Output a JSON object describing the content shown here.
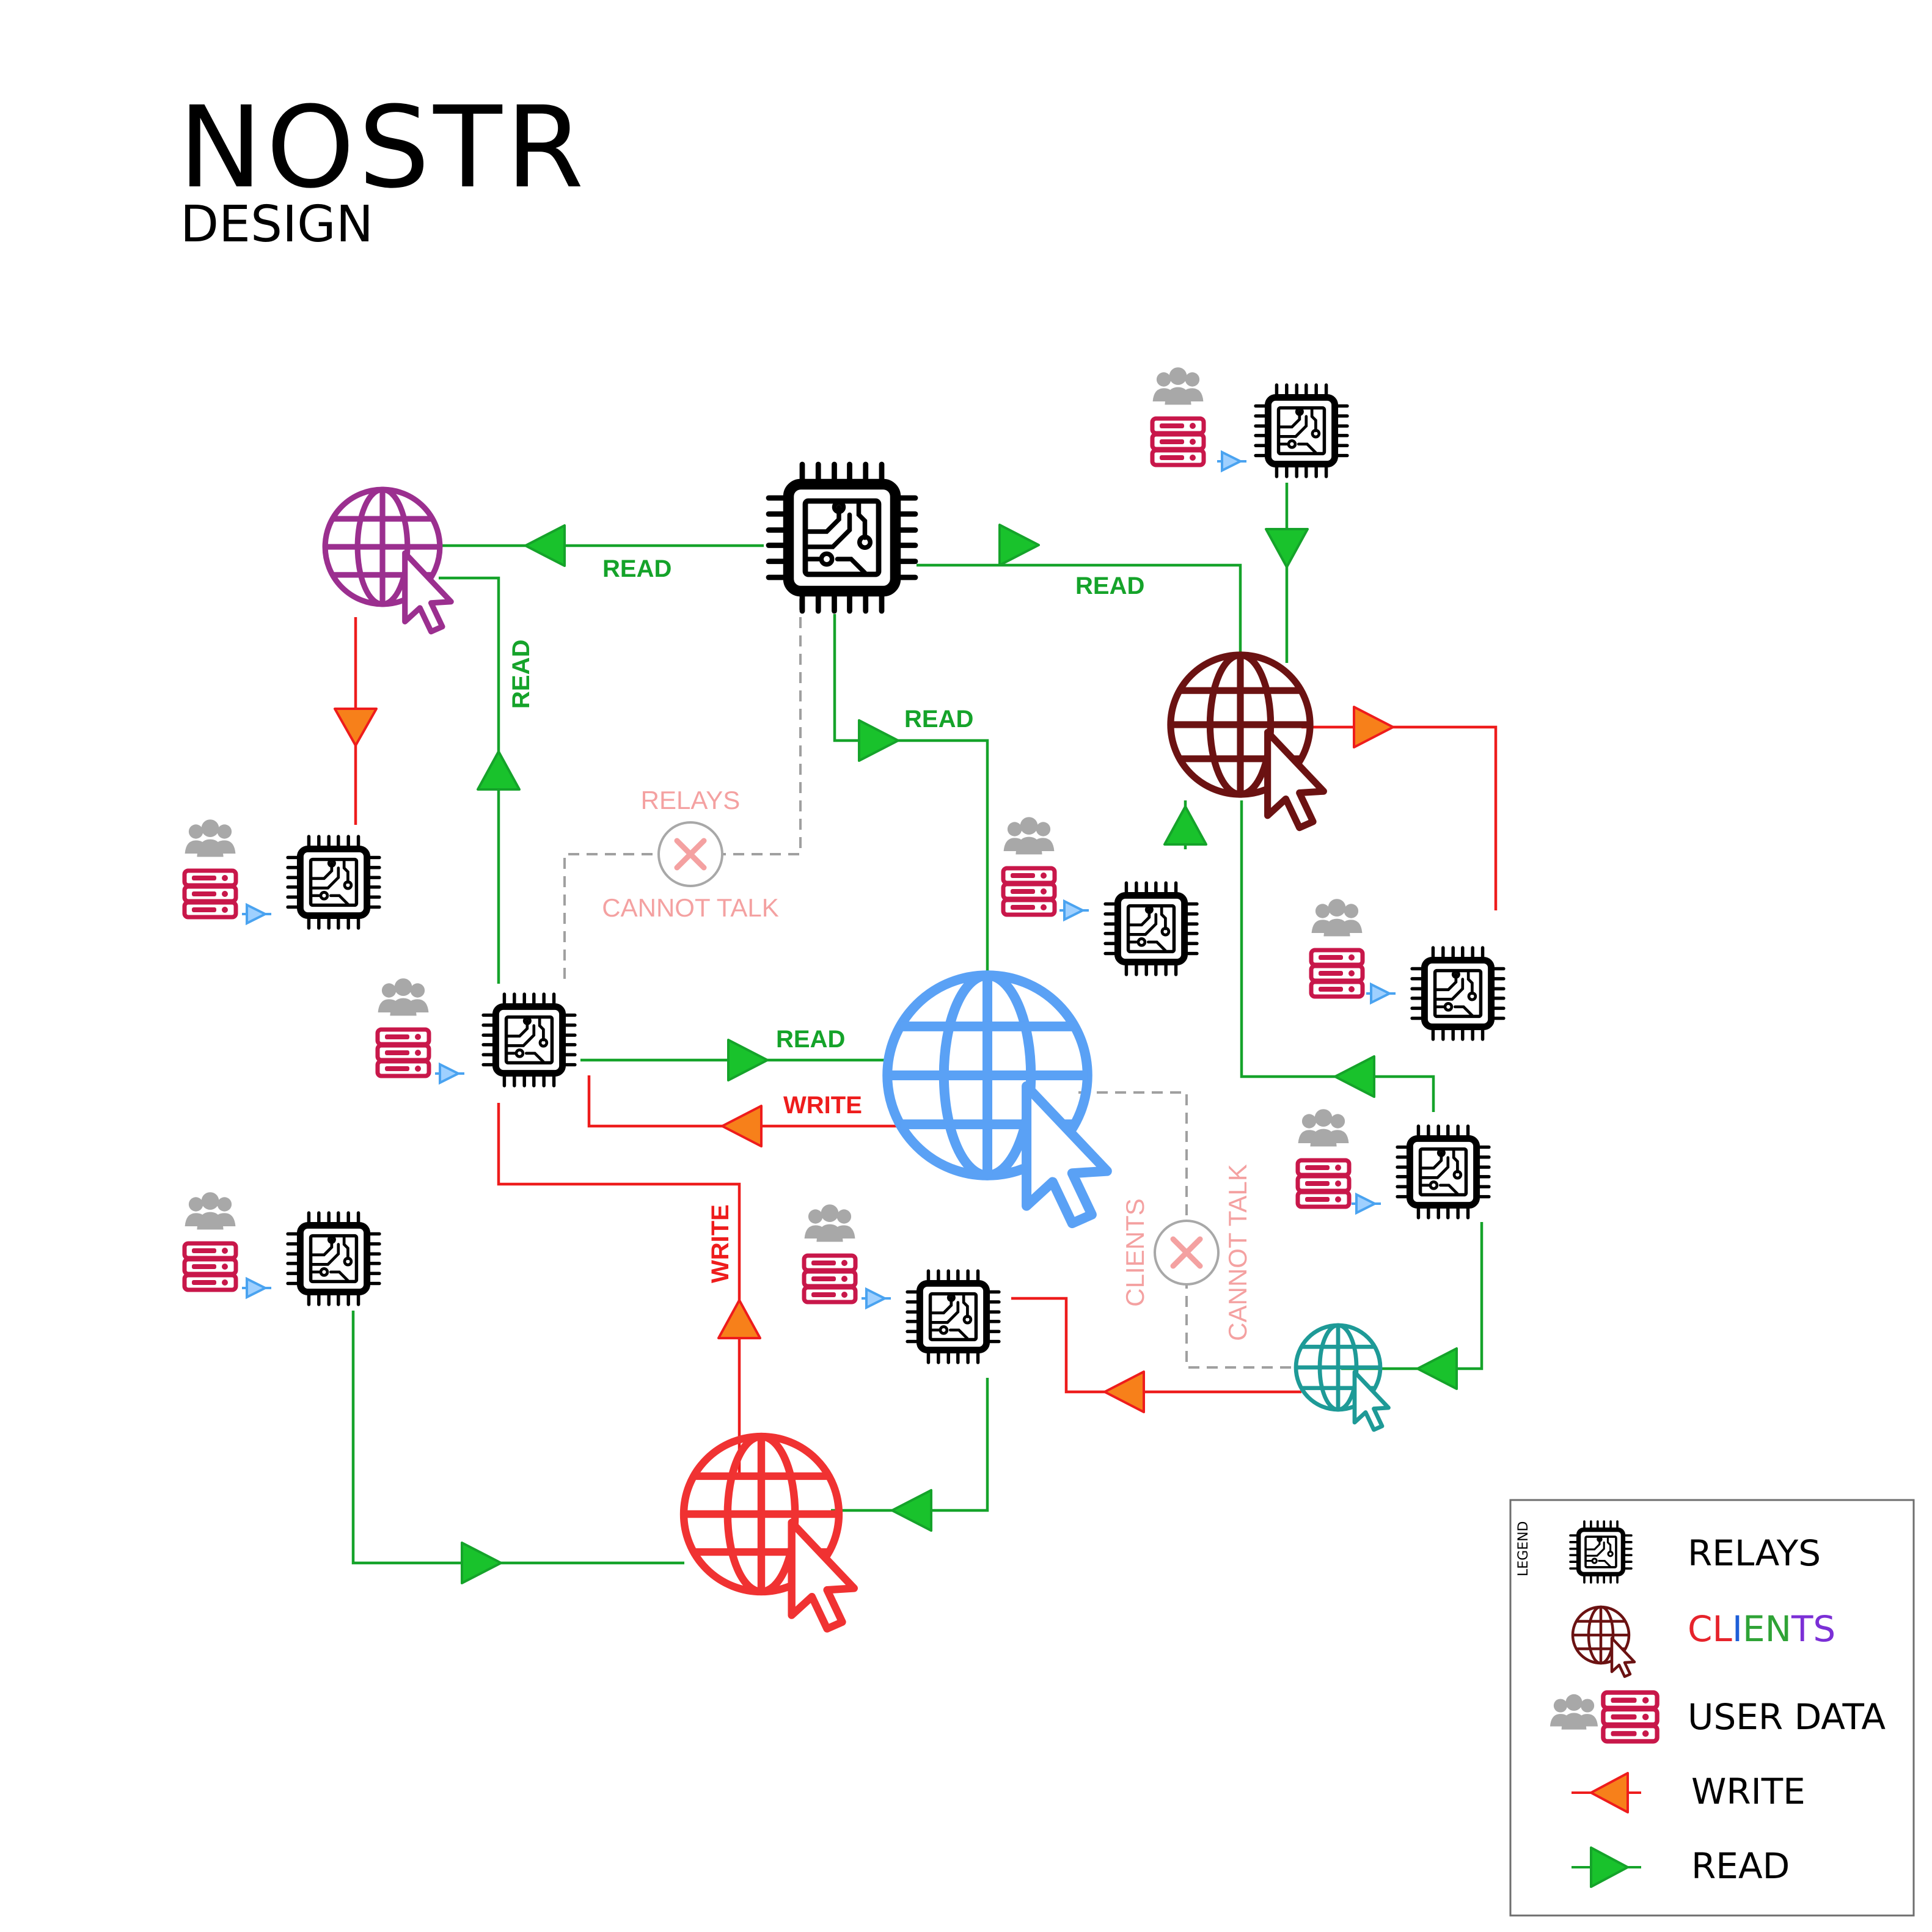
{
  "header": {
    "title": "NOSTR",
    "subtitle": "DESIGN"
  },
  "edge_labels": {
    "read": "READ",
    "write": "WRITE"
  },
  "notes": {
    "relays_top": "RELAYS",
    "relays_bottom": "CANNOT TALK",
    "clients_left": "CLIENTS",
    "clients_right": "CANNOT TALK"
  },
  "legend": {
    "heading": "LEGEND",
    "relays": "RELAYS",
    "clients": [
      "C",
      "L",
      "I",
      "E",
      "N",
      "T",
      "S"
    ],
    "client_letter_colors": [
      "#e6232b",
      "#e6232b",
      "#1e5fd8",
      "#2fa336",
      "#2fa336",
      "#7b2fd6",
      "#7b2fd6"
    ],
    "user_data": "USER DATA",
    "write": "WRITE",
    "read": "READ"
  },
  "colors": {
    "read": "#15a32a",
    "read_fill": "#19c22c",
    "write": "#ee1c1c",
    "write_fill": "#f7801a",
    "dashed": "#a0a0a0",
    "note": "#f4a1a1",
    "client_purple": "#9b2f8f",
    "client_maroon": "#6b1212",
    "client_blue": "#5aa1f5",
    "client_teal": "#1e9a97",
    "client_red": "#f03232",
    "user_group": "#a8a8a8",
    "database": "#c8174a",
    "small_arrow": "#4aa3f0"
  },
  "icons": {
    "relay": "chip-icon",
    "client": "globe-cursor-icon",
    "user_data": "users-database-icon"
  }
}
